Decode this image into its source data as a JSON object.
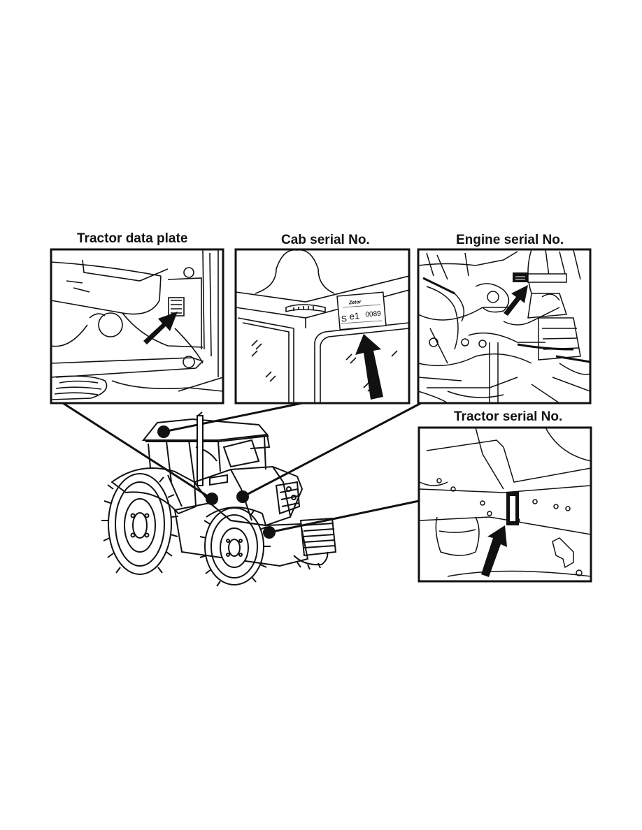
{
  "labels": {
    "tractor_data_plate": "Tractor data plate",
    "cab_serial": "Cab serial No.",
    "engine_serial": "Engine serial No.",
    "tractor_serial": "Tractor serial No."
  },
  "cab_plate": {
    "brand": "Zetor",
    "serial_prefix": "S",
    "serial_code": "e1",
    "serial_number": "0089"
  }
}
